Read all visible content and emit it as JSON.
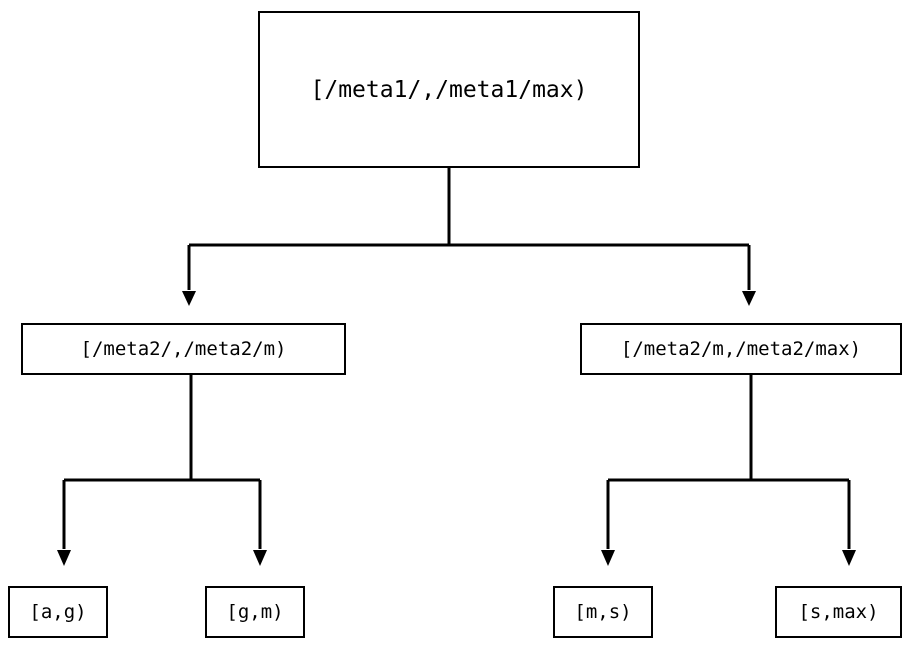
{
  "diagram": {
    "type": "tree",
    "title": "",
    "background_color": "#ffffff",
    "line_color": "#000000",
    "text_color": "#000000",
    "nodes": {
      "root": {
        "label": "[/meta1/,/meta1/max)"
      },
      "mid_left": {
        "label": "[/meta2/,/meta2/m)"
      },
      "mid_right": {
        "label": "[/meta2/m,/meta2/max)"
      },
      "leaf_1": {
        "label": "[a,g)"
      },
      "leaf_2": {
        "label": "[g,m)"
      },
      "leaf_3": {
        "label": "[m,s)"
      },
      "leaf_4": {
        "label": "[s,max)"
      }
    },
    "edges": [
      {
        "from": "root",
        "to": "mid_left",
        "arrow": "down-triangle"
      },
      {
        "from": "root",
        "to": "mid_right",
        "arrow": "down-triangle"
      },
      {
        "from": "mid_left",
        "to": "leaf_1",
        "arrow": "down-triangle"
      },
      {
        "from": "mid_left",
        "to": "leaf_2",
        "arrow": "down-triangle"
      },
      {
        "from": "mid_right",
        "to": "leaf_3",
        "arrow": "down-triangle"
      },
      {
        "from": "mid_right",
        "to": "leaf_4",
        "arrow": "down-triangle"
      }
    ]
  }
}
